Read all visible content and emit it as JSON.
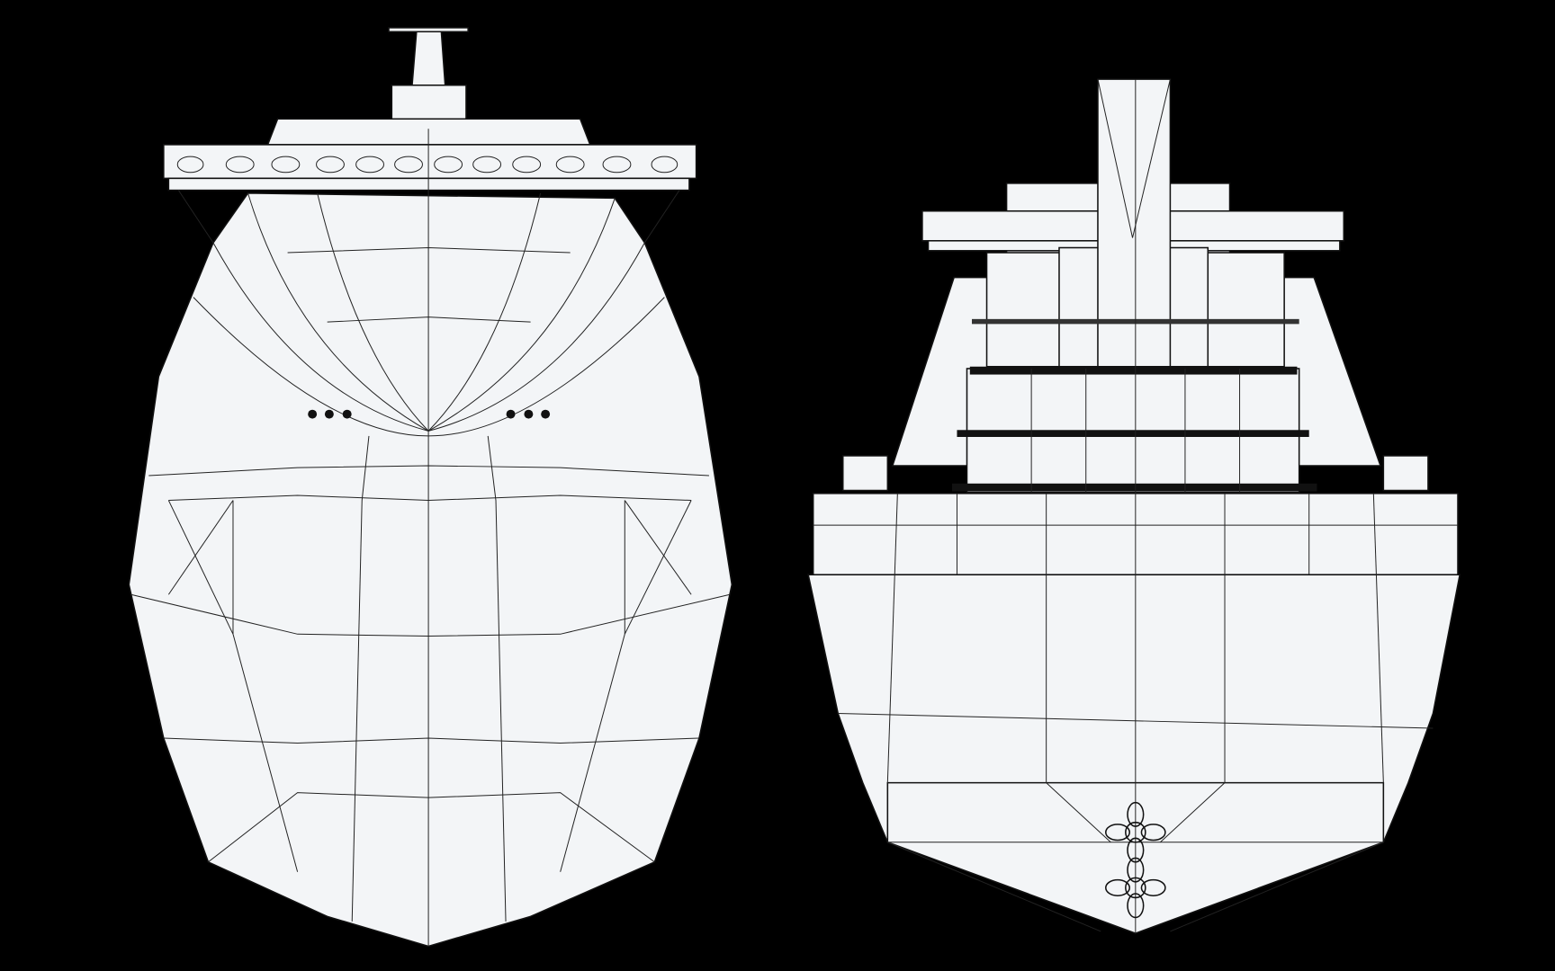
{
  "colors": {
    "background": "#000000",
    "hull": "#f3f5f7",
    "wireframe": "#111111"
  },
  "views": [
    {
      "id": "bow-view",
      "icon": "ship-bow-wireframe"
    },
    {
      "id": "stern-view",
      "icon": "ship-stern-wireframe"
    }
  ]
}
